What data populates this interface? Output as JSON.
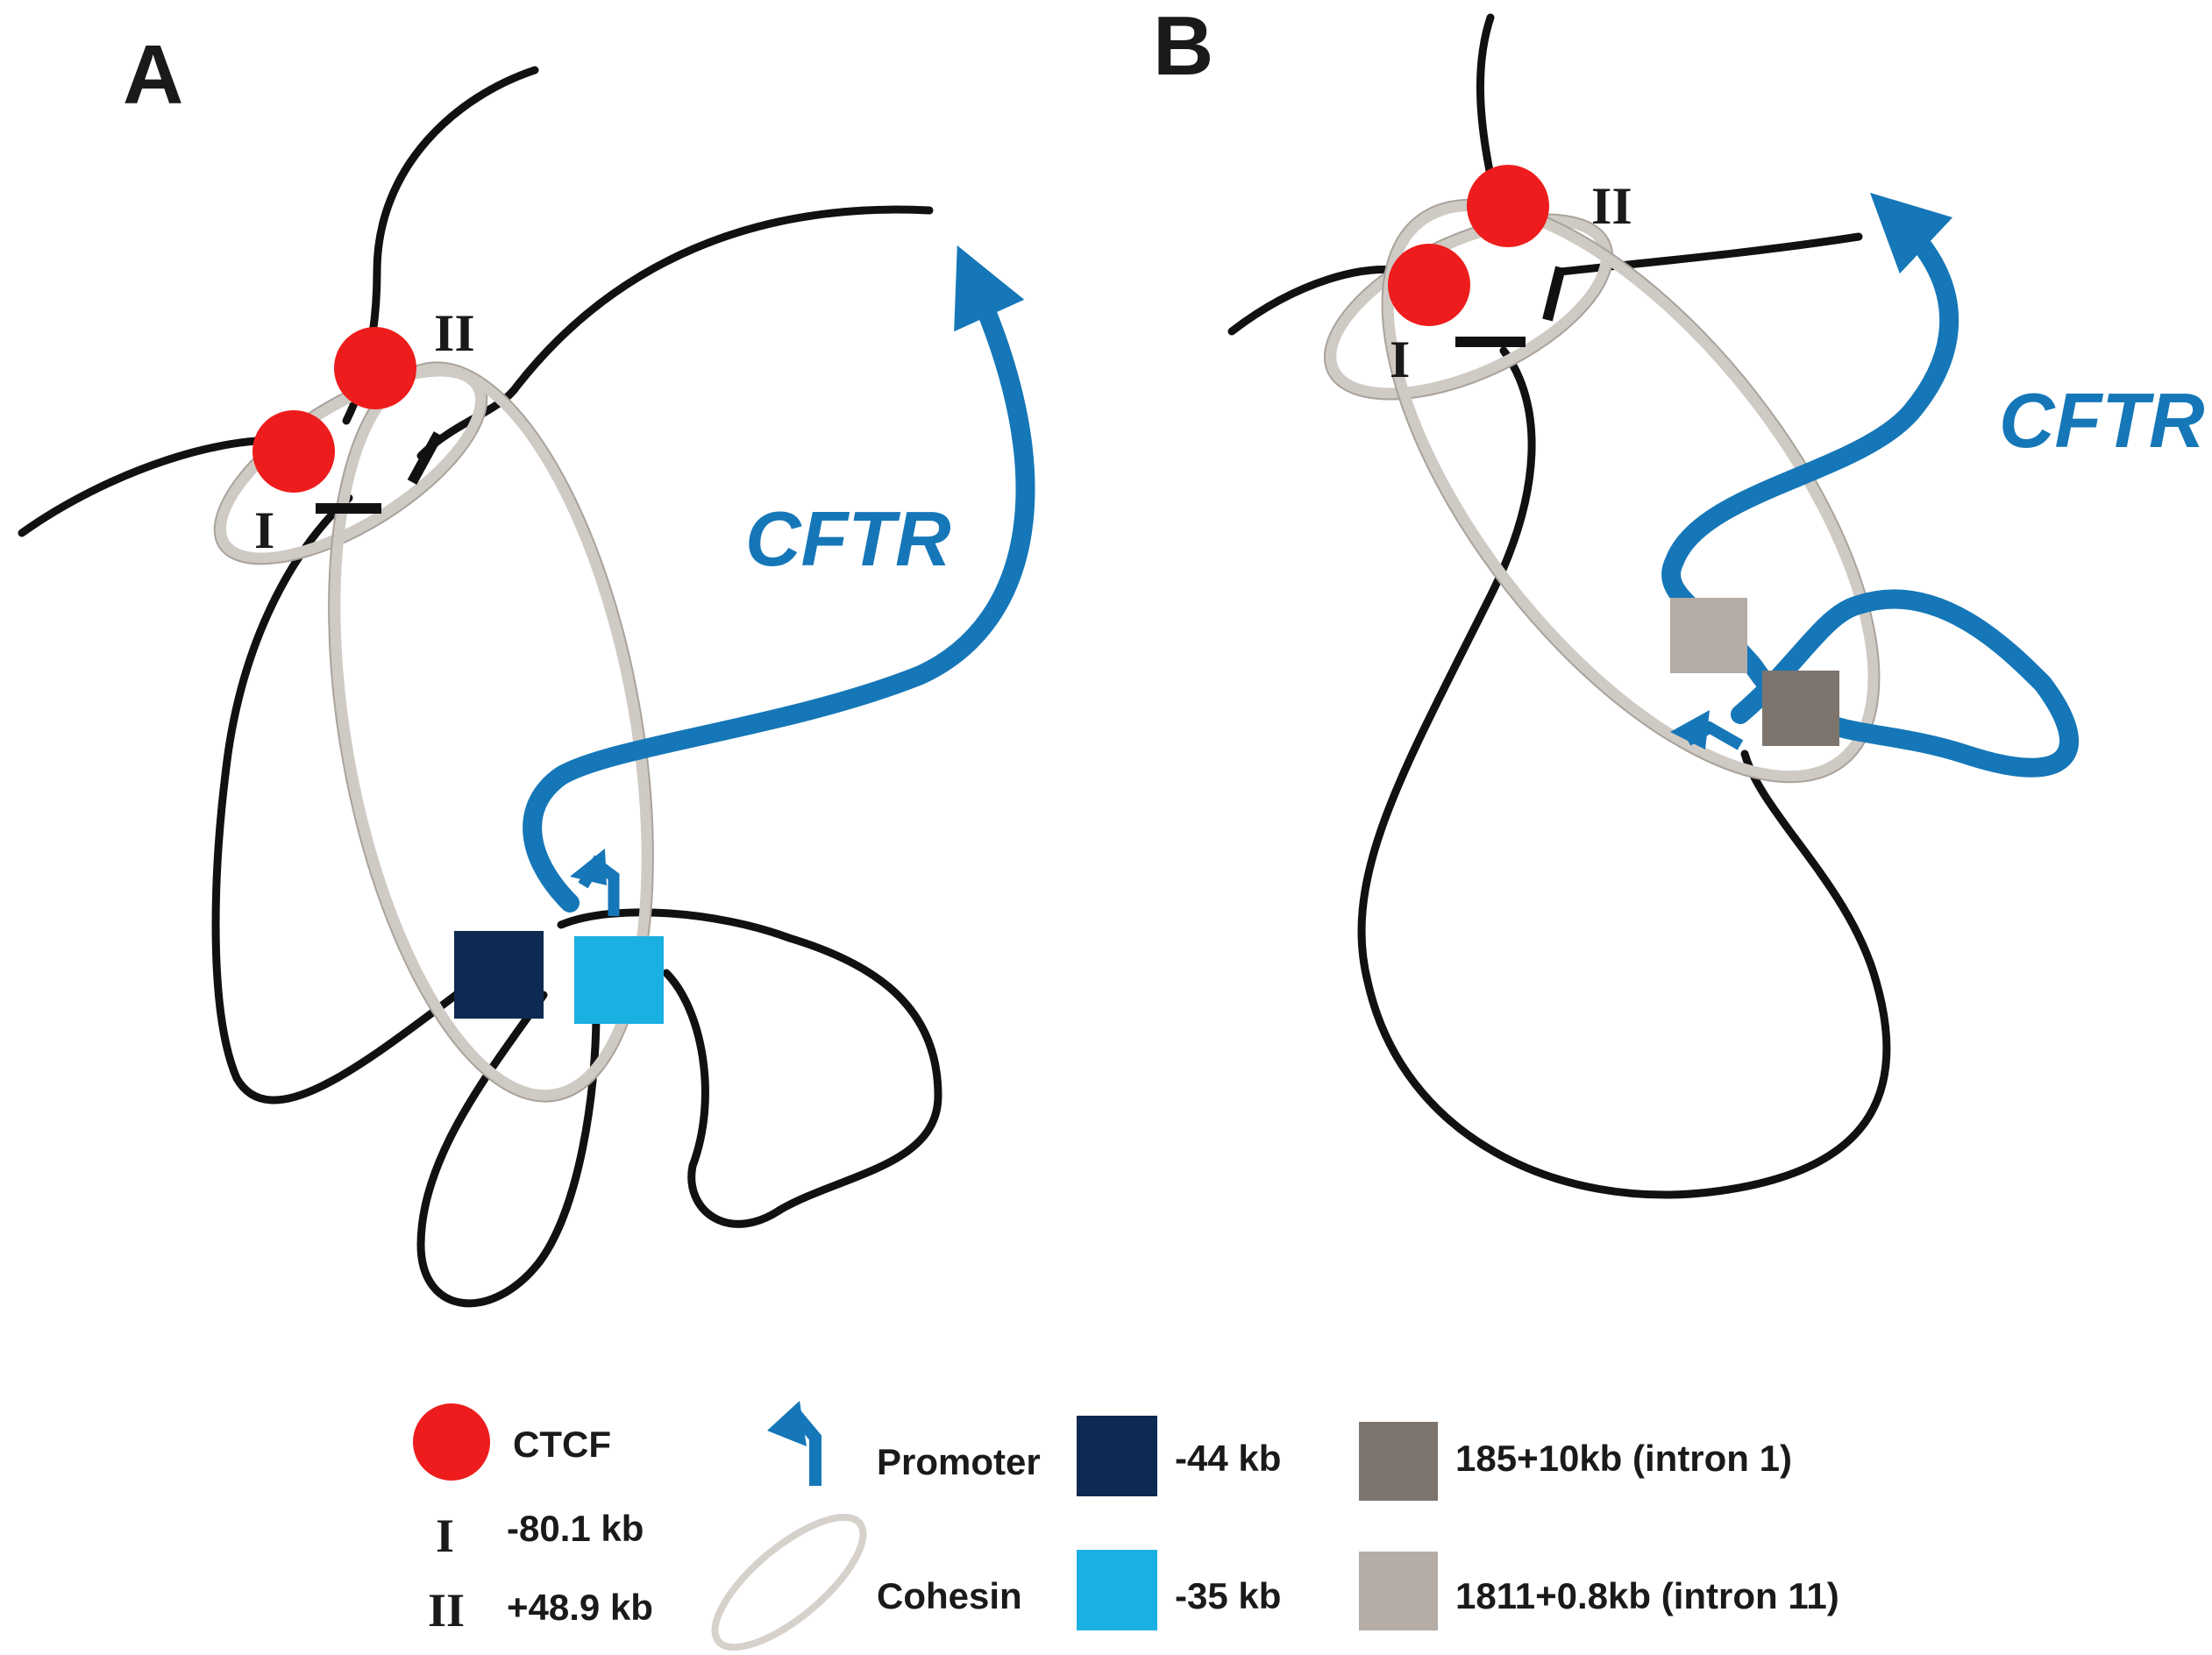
{
  "panels": {
    "a": {
      "letter": "A",
      "gene_label": "CFTR",
      "site_1": "I",
      "site_2": "II"
    },
    "b": {
      "letter": "B",
      "gene_label": "CFTR",
      "site_1": "I",
      "site_2": "II"
    }
  },
  "legend": {
    "ctcf": "CTCF",
    "site_1_symbol": "I",
    "site_1_label": "-80.1 kb",
    "site_2_symbol": "II",
    "site_2_label": "+48.9 kb",
    "promoter": "Promoter",
    "cohesin": "Cohesin",
    "minus44": "-44 kb",
    "minus35": "-35 kb",
    "intron1": "185+10kb (intron 1)",
    "intron11": "1811+0.8kb (intron 11)"
  },
  "colors": {
    "ctcf": "#ee1c1c",
    "cftr": "#1577b8",
    "minus44": "#0d2a52",
    "minus35": "#1ab0e2",
    "intron1": "#7d746e",
    "intron11": "#b5aca6",
    "cohesin": "#cfcac4",
    "fiber": "#111111"
  }
}
